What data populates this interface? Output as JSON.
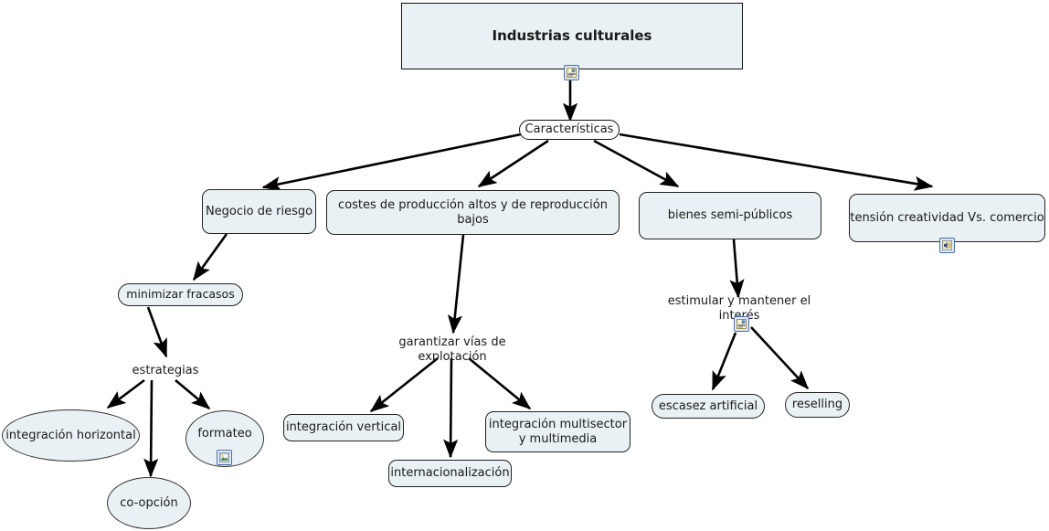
{
  "diagram": {
    "type": "concept-map",
    "language": "es",
    "title": "Industrias culturales",
    "background_color": "#ffffff",
    "node_fill_color": "#e9f1f4",
    "node_border_color": "#222222",
    "edge_color": "#000000",
    "icon_border_color": "#4a6fa8"
  },
  "nodes": {
    "root": {
      "label": "Industrias culturales",
      "shape": "rectangle",
      "icon": "document-icon"
    },
    "caracteristicas": {
      "label": "Características",
      "shape": "stadium"
    },
    "negocio_riesgo": {
      "label": "Negocio de riesgo",
      "shape": "rounded-rect"
    },
    "costes": {
      "label": "costes de producción altos y de reproducción bajos",
      "shape": "rounded-rect"
    },
    "bienes": {
      "label": "bienes semi-públicos",
      "shape": "rounded-rect"
    },
    "tension": {
      "label": "tensión creatividad Vs. comercio",
      "shape": "rounded-rect",
      "icon": "sound-icon"
    },
    "minimizar": {
      "label": "minimizar fracasos",
      "shape": "stadium"
    },
    "estrategias": {
      "label": "estrategias",
      "shape": "plain-text"
    },
    "integracion_horizontal": {
      "label": "integración horizontal",
      "shape": "ellipse"
    },
    "co_opcion": {
      "label": "co-opción",
      "shape": "ellipse"
    },
    "formateo": {
      "label": "formateo",
      "shape": "ellipse",
      "icon": "image-icon"
    },
    "garantizar": {
      "label": "garantizar vías de explotación",
      "shape": "plain-text"
    },
    "integracion_vertical": {
      "label": "integración vertical",
      "shape": "rounded-rect"
    },
    "internacionalizacion": {
      "label": "internacionalización",
      "shape": "rounded-rect"
    },
    "integracion_multisector": {
      "label": "integración multisector\ny multimedia",
      "shape": "rounded-rect"
    },
    "estimular": {
      "label": "estimular y mantener el interés",
      "shape": "plain-text",
      "icon": "document-icon"
    },
    "escasez": {
      "label": "escasez artificial",
      "shape": "stadium"
    },
    "reselling": {
      "label": "reselling",
      "shape": "stadium"
    }
  },
  "edges": [
    {
      "from": "root",
      "to": "caracteristicas"
    },
    {
      "from": "caracteristicas",
      "to": "negocio_riesgo"
    },
    {
      "from": "caracteristicas",
      "to": "costes"
    },
    {
      "from": "caracteristicas",
      "to": "bienes"
    },
    {
      "from": "caracteristicas",
      "to": "tension"
    },
    {
      "from": "negocio_riesgo",
      "to": "minimizar"
    },
    {
      "from": "minimizar",
      "to": "estrategias"
    },
    {
      "from": "estrategias",
      "to": "integracion_horizontal"
    },
    {
      "from": "estrategias",
      "to": "co_opcion"
    },
    {
      "from": "estrategias",
      "to": "formateo"
    },
    {
      "from": "costes",
      "to": "garantizar"
    },
    {
      "from": "garantizar",
      "to": "integracion_vertical"
    },
    {
      "from": "garantizar",
      "to": "internacionalizacion"
    },
    {
      "from": "garantizar",
      "to": "integracion_multisector"
    },
    {
      "from": "bienes",
      "to": "estimular"
    },
    {
      "from": "estimular",
      "to": "escasez"
    },
    {
      "from": "estimular",
      "to": "reselling"
    }
  ]
}
